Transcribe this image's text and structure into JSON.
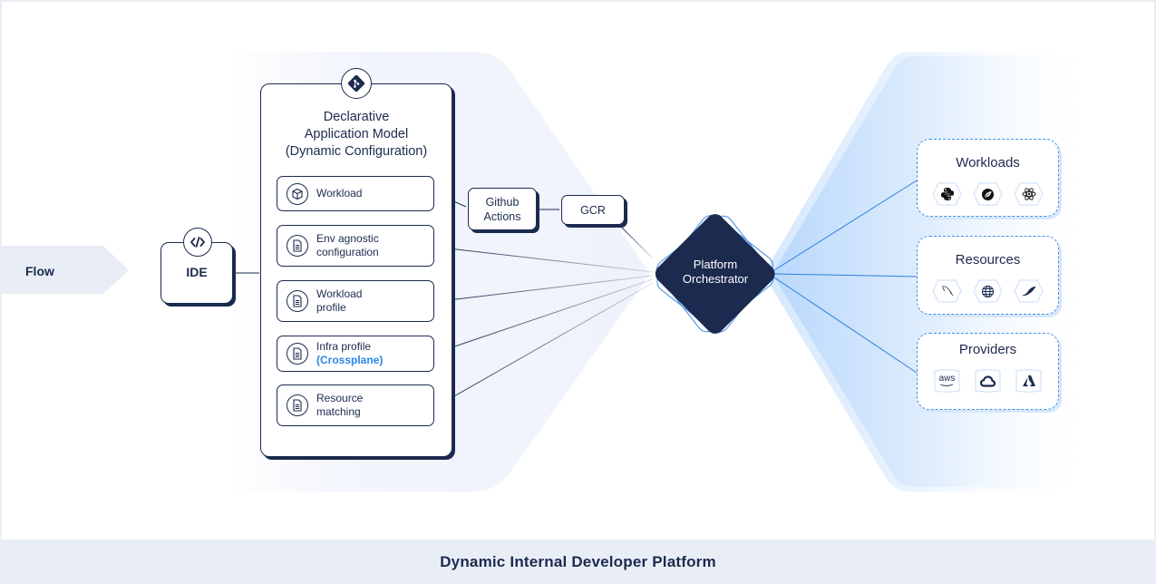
{
  "footer": {
    "title": "Dynamic Internal Developer Platform"
  },
  "flow": {
    "label": "Flow"
  },
  "ide": {
    "label": "IDE",
    "icon": "code-icon"
  },
  "application_model": {
    "icon": "git-icon",
    "title_lines": [
      "Declarative",
      "Application Model",
      "(Dynamic Configuration)"
    ],
    "items": [
      {
        "icon": "cube-icon",
        "line1": "Workload",
        "line2": "",
        "highlight": ""
      },
      {
        "icon": "document-icon",
        "line1": "Env agnostic",
        "line2": "configuration",
        "highlight": ""
      },
      {
        "icon": "document-icon",
        "line1": "Workload",
        "line2": "profile",
        "highlight": ""
      },
      {
        "icon": "document-icon",
        "line1": "Infra profile",
        "line2": "",
        "highlight": "(Crossplane)"
      },
      {
        "icon": "document-icon",
        "line1": "Resource",
        "line2": "matching",
        "highlight": ""
      }
    ]
  },
  "ci": {
    "line1": "Github",
    "line2": "Actions"
  },
  "registry": {
    "label": "GCR"
  },
  "orchestrator": {
    "line1": "Platform",
    "line2": "Orchestrator"
  },
  "groups": [
    {
      "title": "Workloads",
      "icons": [
        "python-icon",
        "spring-icon",
        "react-icon"
      ]
    },
    {
      "title": "Resources",
      "icons": [
        "mysql-icon",
        "globe-icon",
        "mariadb-icon"
      ]
    },
    {
      "title": "Providers",
      "icons": [
        "aws-icon",
        "google-cloud-icon",
        "azure-icon"
      ],
      "aws_text": "aws"
    }
  ],
  "colors": {
    "navy": "#1b2a4e",
    "accent": "#2b86e8",
    "dash": "#3c8fe6",
    "footer_bg": "#e9eef6"
  }
}
